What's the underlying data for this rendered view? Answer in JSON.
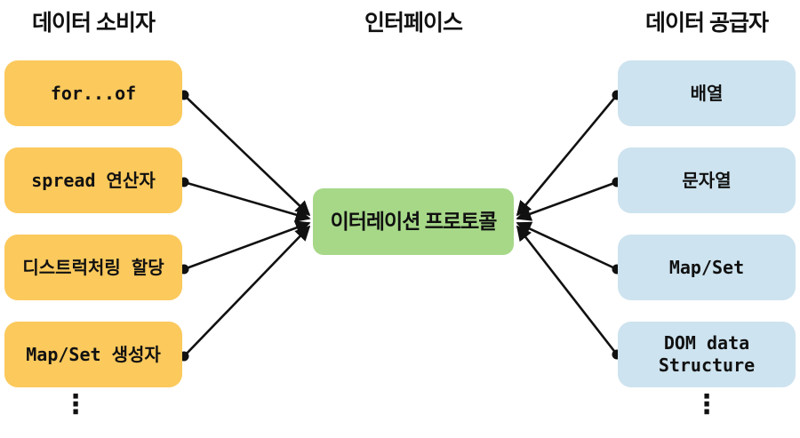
{
  "consumers": {
    "header": "데이터 소비자",
    "items": [
      "for...of",
      "spread 연산자",
      "디스트럭처링 할당",
      "Map/Set 생성자"
    ],
    "ellipsis": "⋮"
  },
  "interface": {
    "header": "인터페이스",
    "label": "이터레이션 프로토콜"
  },
  "providers": {
    "header": "데이터 공급자",
    "items": [
      "배열",
      "문자열",
      "Map/Set",
      "DOM data Structure"
    ],
    "ellipsis": "⋮"
  },
  "colors": {
    "consumer_box": "#FBC95C",
    "provider_box": "#CDE3EF",
    "interface_box": "#A6D888",
    "connector": "#111111"
  }
}
